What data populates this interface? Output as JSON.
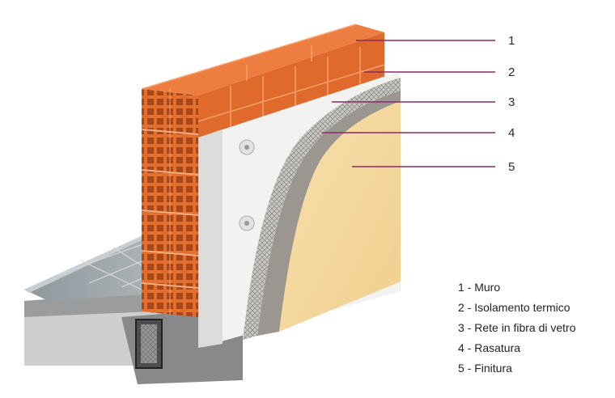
{
  "callouts": [
    "1",
    "2",
    "3",
    "4",
    "5"
  ],
  "legend": [
    "1 - Muro",
    "2 - Isolamento termico",
    "3 - Rete in fibra di vetro",
    "4 - Rasatura",
    "5 - Finitura"
  ],
  "colors": {
    "brick": "#e8743a",
    "brick_dark": "#b9521f",
    "insulation": "#f2f2f0",
    "mesh": "#b8b8b4",
    "render": "#9c9690",
    "finish": "#f6d9a0",
    "callout_line": "#8a2a6a",
    "slab": "#a8b0b5",
    "foundation": "#8e9093"
  }
}
